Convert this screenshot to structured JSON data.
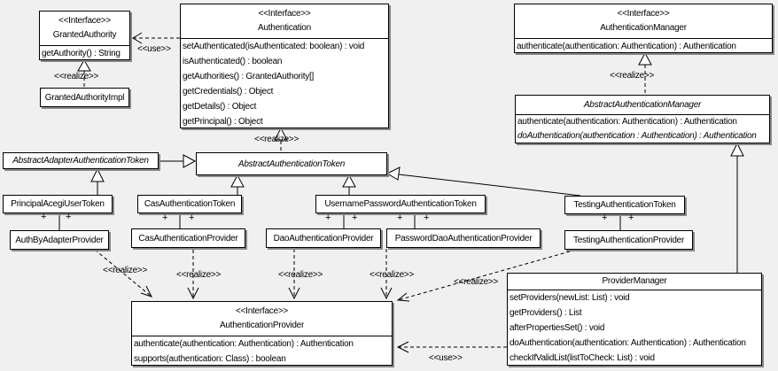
{
  "diagram": {
    "background": "#f0f0f0",
    "node_fill": "#ffffff",
    "line_color": "#000000",
    "shadow_color": "#878787"
  },
  "edge_labels": {
    "use": "<<use>>",
    "realize": "<<realize>>",
    "plus": "+"
  },
  "classes": [
    {
      "stereotype": "<<Interface>>",
      "name": "GrantedAuthority",
      "methods": [
        "getAuthority() : String"
      ]
    },
    {
      "name": "GrantedAuthorityImpl"
    },
    {
      "stereotype": "<<Interface>>",
      "name": "Authentication",
      "methods": [
        "setAuthenticated(isAuthenticated: boolean) : void",
        "isAuthenticated() : boolean",
        "getAuthorities() : GrantedAuthority[]",
        "getCredentials() : Object",
        "getDetails() : Object",
        "getPrincipal() : Object"
      ]
    },
    {
      "stereotype": "<<Interface>>",
      "name": "AuthenticationManager",
      "methods": [
        "authenticate(authentication: Authentication) : Authentication"
      ]
    },
    {
      "name": "AbstractAuthenticationManager",
      "methods": [
        "authenticate(authentication: Authentication) : Authentication",
        "doAuthentication(authentication : Authentication) : Authentication"
      ]
    },
    {
      "name": "AbstractAdapterAuthenticationToken"
    },
    {
      "name": "AbstractAuthenticationToken"
    },
    {
      "name": "PrincipalAcegiUserToken"
    },
    {
      "name": "CasAuthenticationToken"
    },
    {
      "name": "UsernamePasswordAuthenticationToken"
    },
    {
      "name": "TestingAuthenticationToken"
    },
    {
      "name": "AuthByAdapterProvider"
    },
    {
      "name": "CasAuthenticationProvider"
    },
    {
      "name": "DaoAuthenticationProvider"
    },
    {
      "name": "PasswordDaoAuthenticationProvider"
    },
    {
      "name": "TestingAuthenticationProvider"
    },
    {
      "stereotype": "<<Interface>>",
      "name": "AuthenticationProvider",
      "methods": [
        "authenticate(authentication: Authentication) : Authentication",
        "supports(authentication: Class) : boolean"
      ]
    },
    {
      "name": "ProviderManager",
      "methods": [
        "setProviders(newList: List) : void",
        "getProviders() : List",
        "afterPropertiesSet() : void",
        "doAuthentication(authentication: Authentication) : Authentication",
        "checkIfValidList(listToCheck: List) : void"
      ]
    }
  ]
}
